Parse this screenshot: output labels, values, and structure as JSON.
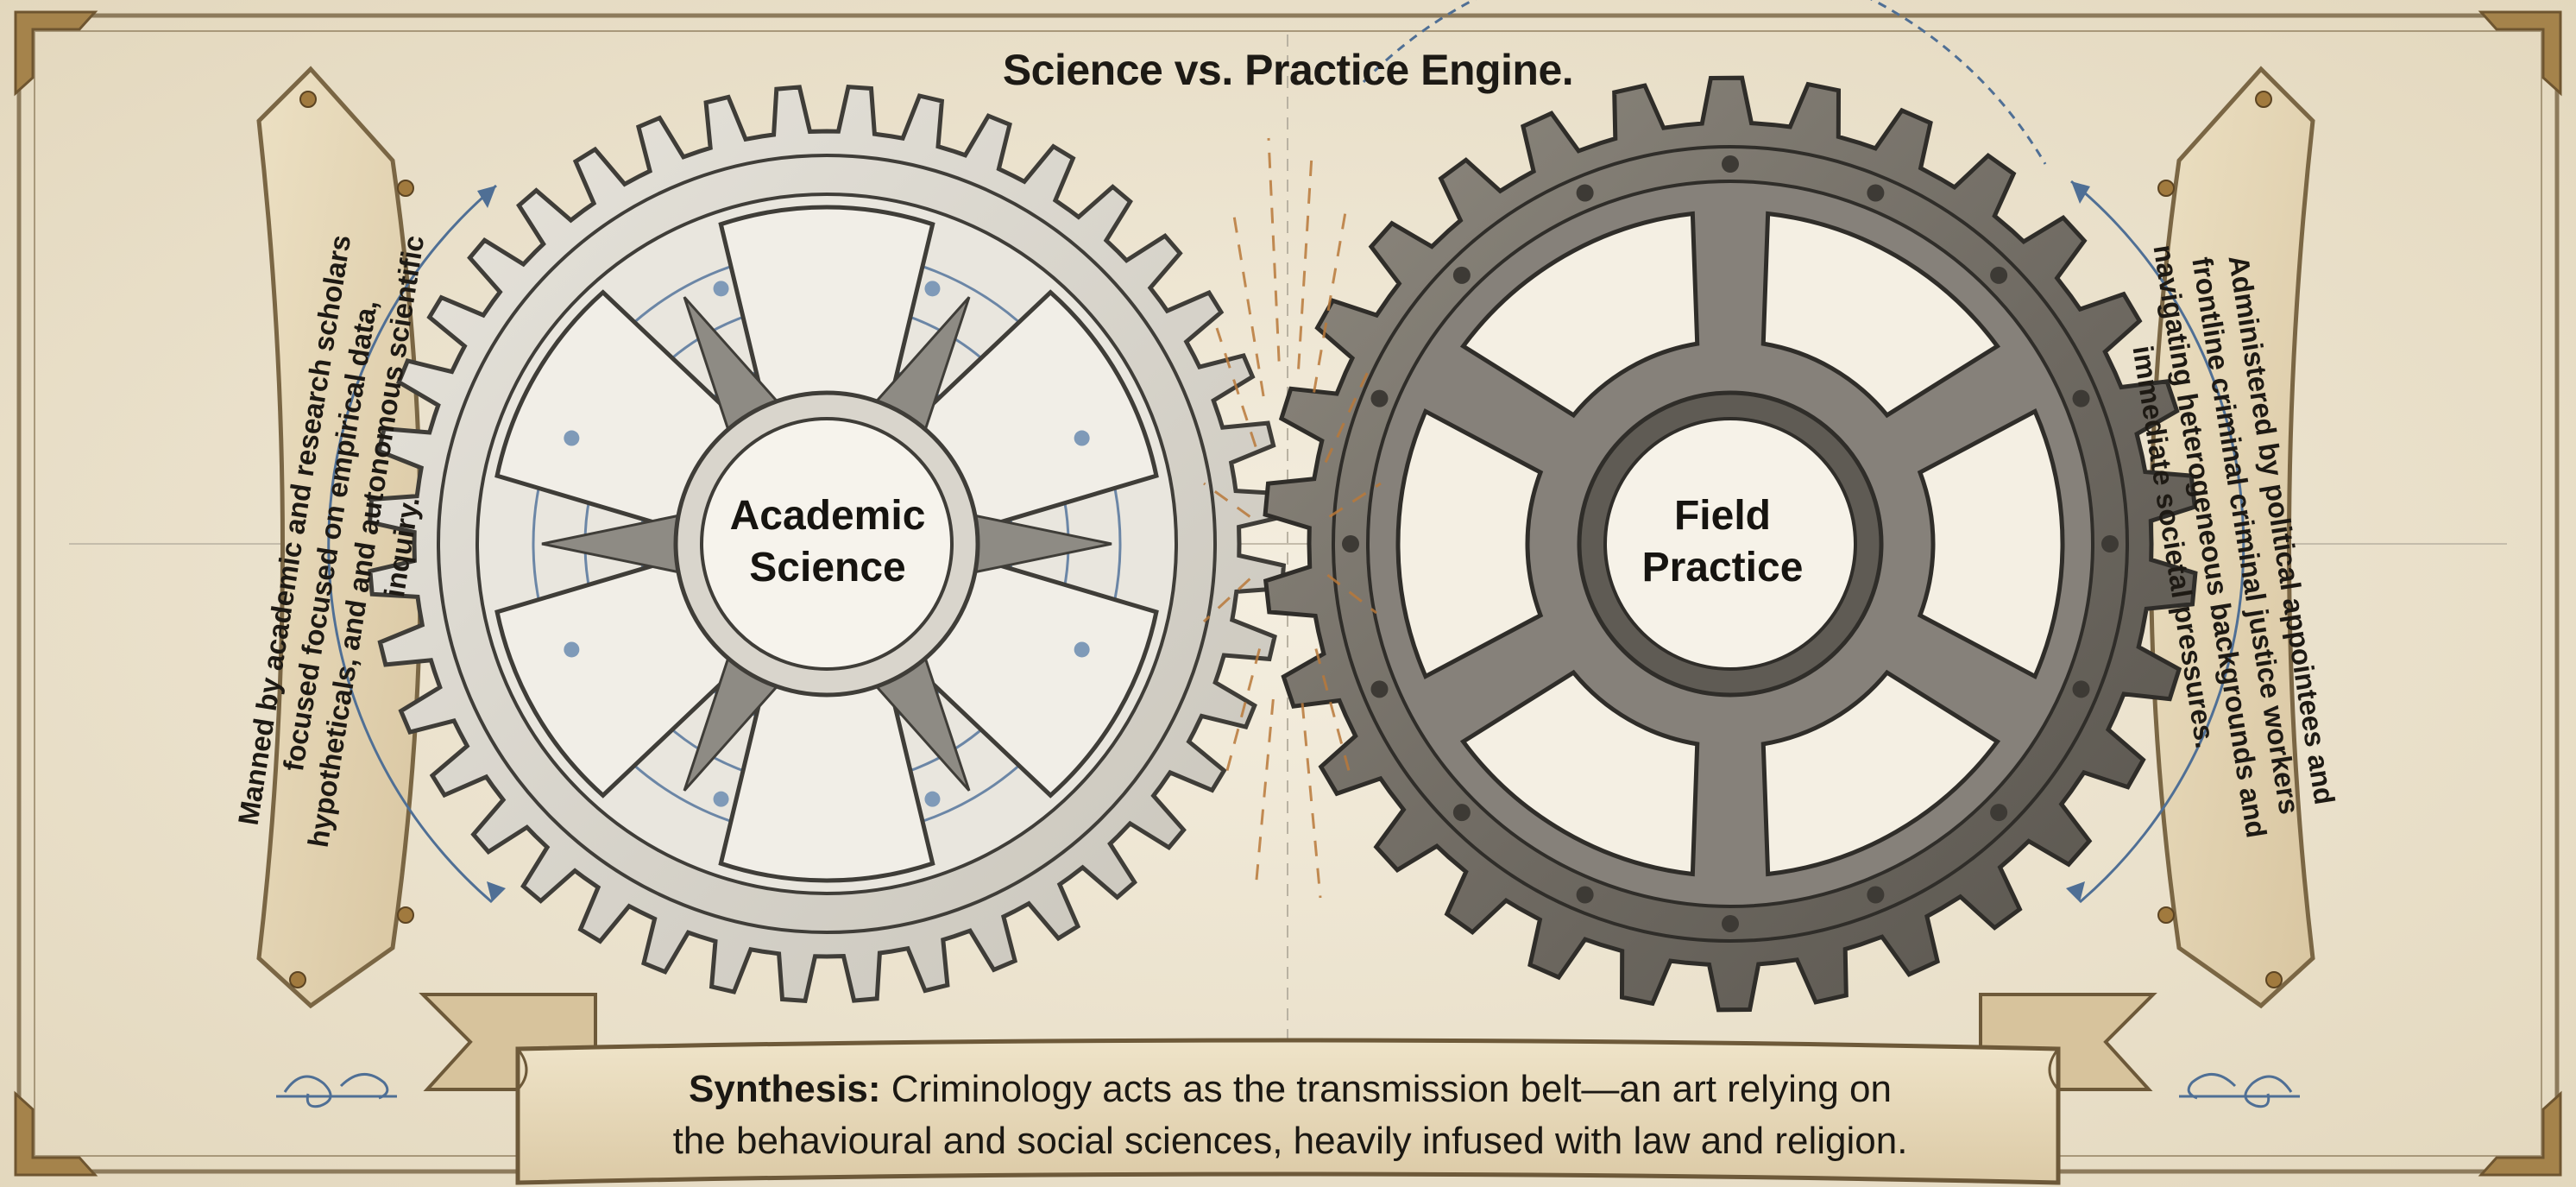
{
  "title": "Science vs. Practice Engine.",
  "left_gear": {
    "label_line1": "Academic",
    "label_line2": "Science",
    "description": "Manned by academic and research scholars focused focused on empirical data, hypotheticals, and and autonomous scientific inquiry."
  },
  "right_gear": {
    "label_line1": "Field",
    "label_line2": "Practice",
    "description": "Administered by political appointees and frontline criminal criminal justice workers navigating heterogeneous backgrounds and immediate societal pressures."
  },
  "synthesis": {
    "lead": "Synthesis:",
    "line1": "Criminology acts as the transmission belt—an art relying on",
    "line2": "the behavioural and social sciences, heavily infused with law and religion."
  },
  "colors": {
    "parchment": "#efe7d4",
    "ink": "#1d1a15",
    "left_gear_fill": "#dcd8cf",
    "right_gear_fill": "#7d7870",
    "brass": "#b0894d",
    "blue_arrow": "#4f6f95",
    "spark": "#b9793a"
  }
}
